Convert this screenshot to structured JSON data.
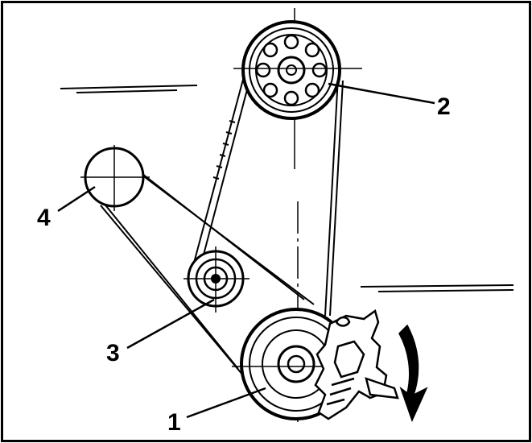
{
  "diagram": {
    "callouts": [
      {
        "id": "1",
        "label": "1"
      },
      {
        "id": "2",
        "label": "2"
      },
      {
        "id": "3",
        "label": "3"
      },
      {
        "id": "4",
        "label": "4"
      }
    ],
    "colors": {
      "ink": "#000000",
      "background": "#ffffff"
    },
    "rotation_arrow": {
      "direction": "clockwise",
      "icon": "curved-arrow-down-icon"
    }
  }
}
